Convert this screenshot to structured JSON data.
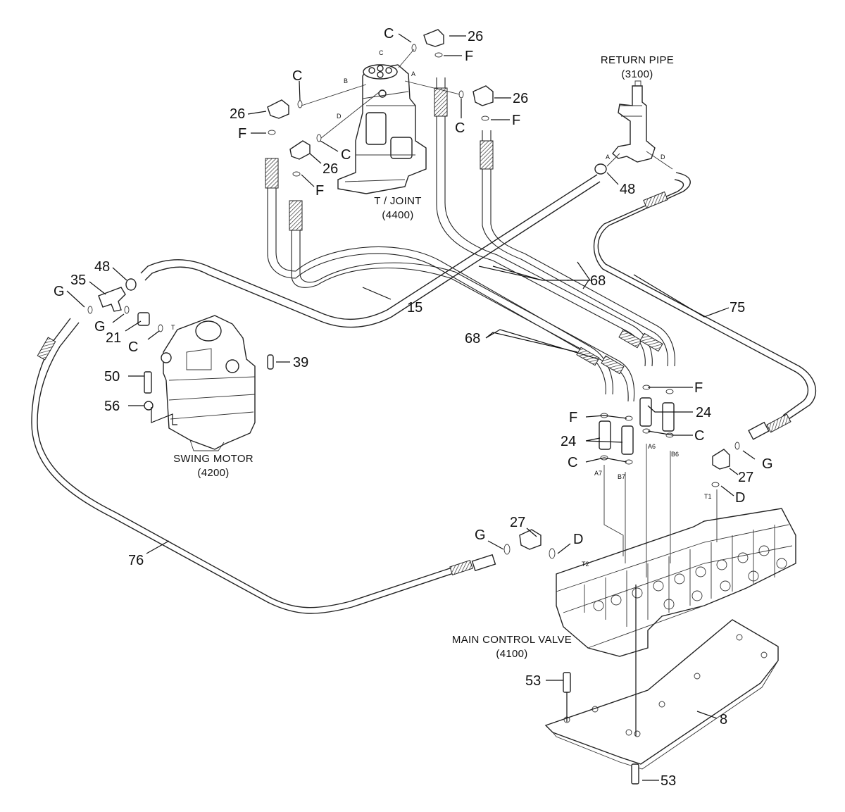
{
  "titles": {
    "return_pipe": "RETURN PIPE",
    "return_pipe_code": "(3100)",
    "t_joint": "T / JOINT",
    "t_joint_code": "(4400)",
    "swing_motor": "SWING MOTOR",
    "swing_motor_code": "(4200)",
    "main_control_valve": "MAIN CONTROL VALVE",
    "main_control_valve_code": "(4100)"
  },
  "callouts": {
    "c1": "C",
    "n26a": "26",
    "f1": "F",
    "c2": "C",
    "n26b": "26",
    "f2": "F",
    "c3": "C",
    "n26c": "26",
    "f3": "F",
    "c4": "C",
    "n26d": "26",
    "f4": "F",
    "n48a": "48",
    "n48b": "48",
    "n35": "35",
    "g1": "G",
    "g2": "G",
    "n21": "21",
    "c5": "C",
    "n15": "15",
    "n68a": "68",
    "n68b": "68",
    "n75": "75",
    "n39": "39",
    "n50": "50",
    "n56": "56",
    "f5": "F",
    "n24a": "24",
    "c6": "C",
    "f6": "F",
    "n24b": "24",
    "c7": "C",
    "g3": "G",
    "n27a": "27",
    "d1": "D",
    "n76": "76",
    "g4": "G",
    "n27b": "27",
    "d2": "D",
    "n53a": "53",
    "n8": "8",
    "n53b": "53"
  },
  "port_labels": {
    "a": "A",
    "b": "B",
    "c": "C",
    "d": "D",
    "rp_a": "A",
    "rp_d": "D",
    "t": "T",
    "a7": "A7",
    "b7": "B7",
    "a6": "A6",
    "b6": "B6",
    "t1": "T1",
    "t2": "T2"
  }
}
